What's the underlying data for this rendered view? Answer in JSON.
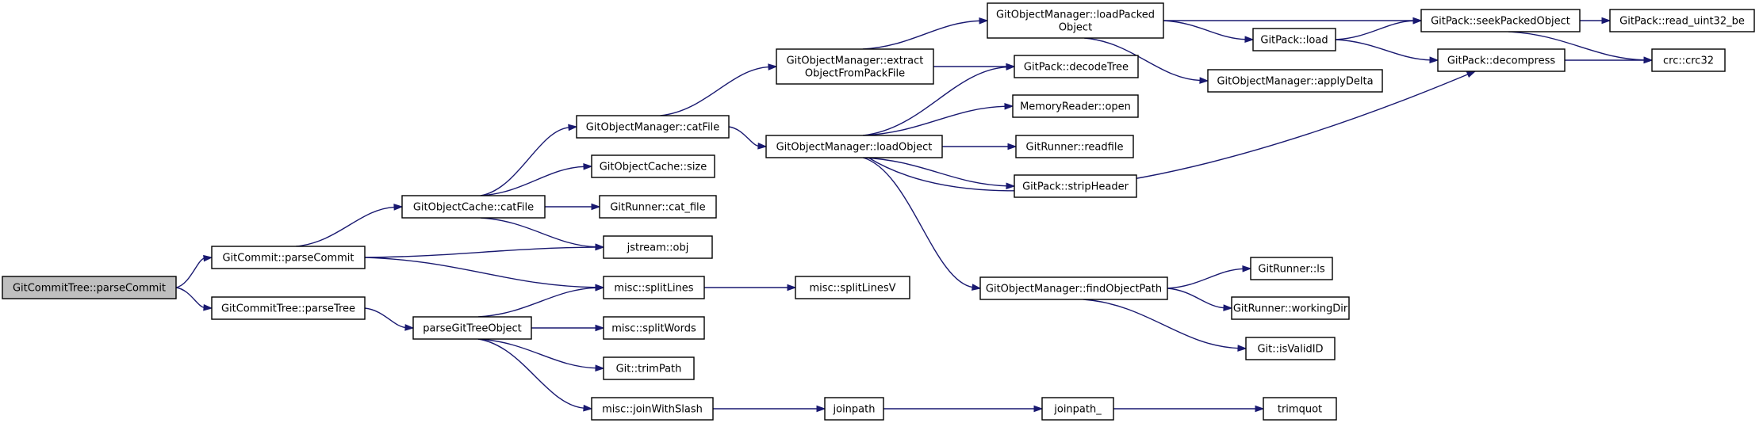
{
  "graph": {
    "nodes": [
      {
        "id": "gct_parsecommit",
        "lines": [
          "GitCommitTree::parseCommit"
        ],
        "root": true
      },
      {
        "id": "gc_parsecommit",
        "lines": [
          "GitCommit::parseCommit"
        ]
      },
      {
        "id": "gct_parsetree",
        "lines": [
          "GitCommitTree::parseTree"
        ]
      },
      {
        "id": "goc_catfile",
        "lines": [
          "GitObjectCache::catFile"
        ]
      },
      {
        "id": "jstream_obj",
        "lines": [
          "jstream::obj"
        ]
      },
      {
        "id": "misc_splitlines",
        "lines": [
          "misc::splitLines"
        ]
      },
      {
        "id": "parsegittreeobject",
        "lines": [
          "parseGitTreeObject"
        ]
      },
      {
        "id": "misc_splitwords",
        "lines": [
          "misc::splitWords"
        ]
      },
      {
        "id": "git_trimpath",
        "lines": [
          "Git::trimPath"
        ]
      },
      {
        "id": "misc_joinwithslash",
        "lines": [
          "misc::joinWithSlash"
        ]
      },
      {
        "id": "gom_catfile",
        "lines": [
          "GitObjectManager::catFile"
        ]
      },
      {
        "id": "goc_size",
        "lines": [
          "GitObjectCache::size"
        ]
      },
      {
        "id": "gr_cat_file",
        "lines": [
          "GitRunner::cat_file"
        ]
      },
      {
        "id": "misc_splitlinesv",
        "lines": [
          "misc::splitLinesV"
        ]
      },
      {
        "id": "joinpath",
        "lines": [
          "joinpath"
        ]
      },
      {
        "id": "gom_extract",
        "lines": [
          "GitObjectManager::extract",
          "ObjectFromPackFile"
        ]
      },
      {
        "id": "gom_loadobject",
        "lines": [
          "GitObjectManager::loadObject"
        ]
      },
      {
        "id": "gom_loadpacked",
        "lines": [
          "GitObjectManager::loadPacked",
          "Object"
        ]
      },
      {
        "id": "gp_decodetree",
        "lines": [
          "GitPack::decodeTree"
        ]
      },
      {
        "id": "mr_open",
        "lines": [
          "MemoryReader::open"
        ]
      },
      {
        "id": "gr_readfile",
        "lines": [
          "GitRunner::readfile"
        ]
      },
      {
        "id": "gp_stripheader",
        "lines": [
          "GitPack::stripHeader"
        ]
      },
      {
        "id": "gom_findobjectpath",
        "lines": [
          "GitObjectManager::findObjectPath"
        ]
      },
      {
        "id": "joinpath_",
        "lines": [
          "joinpath_"
        ]
      },
      {
        "id": "gp_load",
        "lines": [
          "GitPack::load"
        ]
      },
      {
        "id": "gom_applydelta",
        "lines": [
          "GitObjectManager::applyDelta"
        ]
      },
      {
        "id": "gr_ls",
        "lines": [
          "GitRunner::ls"
        ]
      },
      {
        "id": "gr_workingdir",
        "lines": [
          "GitRunner::workingDir"
        ]
      },
      {
        "id": "git_isvalidid",
        "lines": [
          "Git::isValidID"
        ]
      },
      {
        "id": "trimquot",
        "lines": [
          "trimquot"
        ]
      },
      {
        "id": "gp_seekpacked",
        "lines": [
          "GitPack::seekPackedObject"
        ]
      },
      {
        "id": "gp_decompress",
        "lines": [
          "GitPack::decompress"
        ]
      },
      {
        "id": "gp_read_uint32_be",
        "lines": [
          "GitPack::read_uint32_be"
        ]
      },
      {
        "id": "crc_crc32",
        "lines": [
          "crc::crc32"
        ]
      }
    ],
    "edges": [
      {
        "from": "gct_parsecommit",
        "to": "gc_parsecommit"
      },
      {
        "from": "gct_parsecommit",
        "to": "gct_parsetree"
      },
      {
        "from": "gc_parsecommit",
        "to": "goc_catfile"
      },
      {
        "from": "gc_parsecommit",
        "to": "jstream_obj"
      },
      {
        "from": "gc_parsecommit",
        "to": "misc_splitlines"
      },
      {
        "from": "gct_parsetree",
        "to": "parsegittreeobject"
      },
      {
        "from": "goc_catfile",
        "to": "gom_catfile"
      },
      {
        "from": "goc_catfile",
        "to": "goc_size"
      },
      {
        "from": "goc_catfile",
        "to": "gr_cat_file"
      },
      {
        "from": "goc_catfile",
        "to": "jstream_obj"
      },
      {
        "from": "parsegittreeobject",
        "to": "misc_splitlines"
      },
      {
        "from": "parsegittreeobject",
        "to": "misc_splitwords"
      },
      {
        "from": "parsegittreeobject",
        "to": "git_trimpath"
      },
      {
        "from": "parsegittreeobject",
        "to": "misc_joinwithslash"
      },
      {
        "from": "misc_splitlines",
        "to": "misc_splitlinesv"
      },
      {
        "from": "misc_joinwithslash",
        "to": "joinpath"
      },
      {
        "from": "joinpath",
        "to": "joinpath_"
      },
      {
        "from": "joinpath_",
        "to": "trimquot"
      },
      {
        "from": "gom_catfile",
        "to": "gom_extract"
      },
      {
        "from": "gom_catfile",
        "to": "gom_loadobject"
      },
      {
        "from": "gom_extract",
        "to": "gom_loadpacked"
      },
      {
        "from": "gom_extract",
        "to": "gp_decodetree"
      },
      {
        "from": "gom_loadobject",
        "to": "gp_decodetree"
      },
      {
        "from": "gom_loadobject",
        "to": "mr_open"
      },
      {
        "from": "gom_loadobject",
        "to": "gr_readfile"
      },
      {
        "from": "gom_loadobject",
        "to": "gp_stripheader"
      },
      {
        "from": "gom_loadobject",
        "to": "gp_decompress"
      },
      {
        "from": "gom_loadobject",
        "to": "gom_findobjectpath"
      },
      {
        "from": "gom_loadpacked",
        "to": "gp_seekpacked"
      },
      {
        "from": "gom_loadpacked",
        "to": "gp_load"
      },
      {
        "from": "gom_loadpacked",
        "to": "gom_applydelta"
      },
      {
        "from": "gp_load",
        "to": "gp_seekpacked"
      },
      {
        "from": "gp_load",
        "to": "gp_decompress"
      },
      {
        "from": "gp_seekpacked",
        "to": "gp_read_uint32_be"
      },
      {
        "from": "gp_seekpacked",
        "to": "crc_crc32"
      },
      {
        "from": "gp_decompress",
        "to": "crc_crc32"
      },
      {
        "from": "gom_findobjectpath",
        "to": "gr_ls"
      },
      {
        "from": "gom_findobjectpath",
        "to": "gr_workingdir"
      },
      {
        "from": "gom_findobjectpath",
        "to": "git_isvalidid"
      }
    ]
  },
  "colors": {
    "edge": "#191970",
    "node_fill": "#ffffff",
    "root_fill": "#bfbfbf",
    "node_border": "#000000"
  }
}
